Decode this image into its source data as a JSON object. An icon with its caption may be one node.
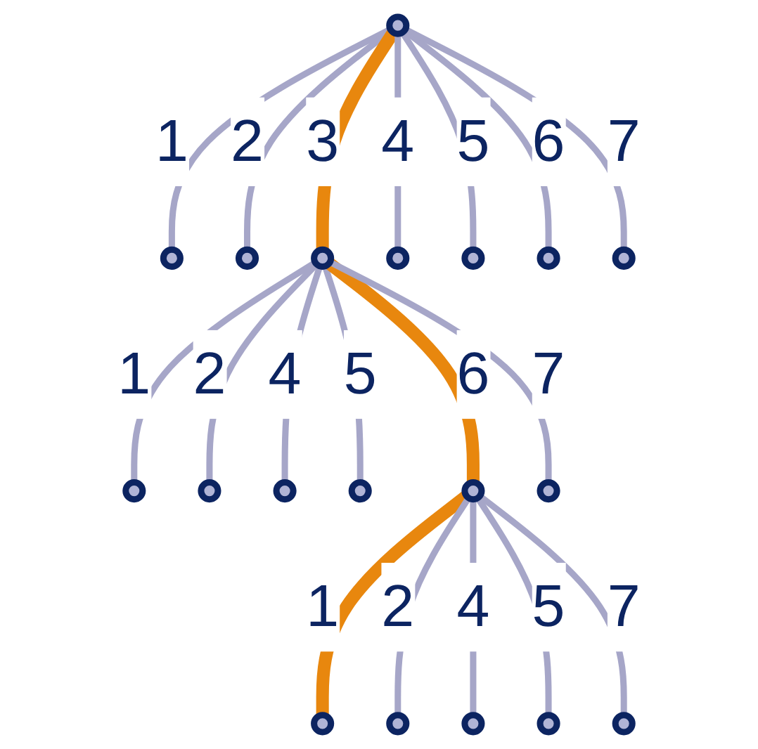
{
  "diagram": {
    "nodes": [
      {
        "text": [],
        "shape": "circle"
      },
      {
        "text": [],
        "shape": "circle"
      },
      {
        "text": [],
        "shape": "circle"
      },
      {
        "text": [],
        "shape": "circle"
      },
      {
        "text": [],
        "shape": "circle"
      },
      {
        "text": [],
        "shape": "circle"
      },
      {
        "text": [],
        "shape": "circle"
      },
      {
        "text": [],
        "shape": "circle"
      },
      {
        "text": [],
        "shape": "circle"
      },
      {
        "text": [],
        "shape": "circle"
      },
      {
        "text": [],
        "shape": "circle"
      },
      {
        "text": [],
        "shape": "circle"
      },
      {
        "text": [],
        "shape": "circle"
      },
      {
        "text": [],
        "shape": "circle"
      },
      {
        "text": [],
        "shape": "circle"
      },
      {
        "text": [],
        "shape": "circle"
      },
      {
        "text": [],
        "shape": "circle"
      },
      {
        "text": [],
        "shape": "circle"
      },
      {
        "text": [],
        "shape": "circle"
      }
    ],
    "edges": [
      {
        "from": 0,
        "to": 1,
        "arrow": "none",
        "label": "1"
      },
      {
        "from": 0,
        "to": 2,
        "arrow": "none",
        "label": "2"
      },
      {
        "from": 0,
        "to": 3,
        "arrow": "none",
        "label": "3",
        "style": "thick",
        "color": "#e8870e"
      },
      {
        "from": 0,
        "to": 4,
        "arrow": "none",
        "label": "4"
      },
      {
        "from": 0,
        "to": 5,
        "arrow": "none",
        "label": "5"
      },
      {
        "from": 0,
        "to": 6,
        "arrow": "none",
        "label": "6"
      },
      {
        "from": 0,
        "to": 7,
        "arrow": "none",
        "label": "7"
      },
      {
        "from": 3,
        "to": 8,
        "arrow": "none",
        "label": "1"
      },
      {
        "from": 3,
        "to": 9,
        "arrow": "none",
        "label": "2"
      },
      {
        "from": 3,
        "to": 10,
        "arrow": "none",
        "label": "4"
      },
      {
        "from": 3,
        "to": 11,
        "arrow": "none",
        "label": "5"
      },
      {
        "from": 3,
        "to": 12,
        "arrow": "none",
        "label": "6",
        "style": "thick",
        "color": "#e8870e"
      },
      {
        "from": 3,
        "to": 13,
        "arrow": "none",
        "label": "7"
      },
      {
        "from": 12,
        "to": 14,
        "arrow": "none",
        "label": "1",
        "style": "thick",
        "color": "#e8870e"
      },
      {
        "from": 12,
        "to": 15,
        "arrow": "none",
        "label": "2"
      },
      {
        "from": 12,
        "to": 16,
        "arrow": "none",
        "label": "4"
      },
      {
        "from": 12,
        "to": 17,
        "arrow": "none",
        "label": "5"
      },
      {
        "from": 12,
        "to": 18,
        "arrow": "none",
        "label": "7"
      }
    ]
  }
}
